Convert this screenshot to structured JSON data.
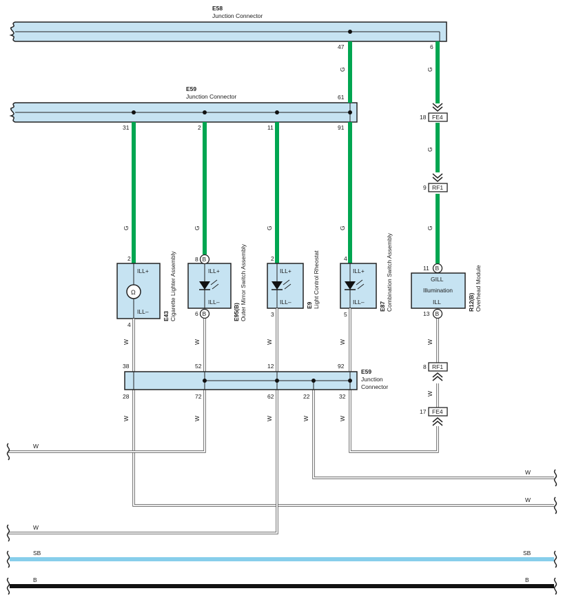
{
  "connectors": {
    "e58": {
      "code": "E58",
      "name": "Junction Connector",
      "pins": {
        "p47": "47",
        "p6": "6"
      }
    },
    "e59_top": {
      "code": "E59",
      "name": "Junction Connector",
      "pins": {
        "p31": "31",
        "p2": "2",
        "p11": "11",
        "p91": "91",
        "p61": "61"
      }
    },
    "e59_bottom": {
      "code": "E59",
      "name_line1": "Junction",
      "name_line2": "Connector",
      "pins": {
        "p38": "38",
        "p52": "52",
        "p12": "12",
        "p92": "92",
        "p28": "28",
        "p72": "72",
        "p62": "62",
        "p22": "22",
        "p32": "32"
      }
    }
  },
  "components": {
    "e43": {
      "code": "E43",
      "name": "Cigarette Lighter Assembly",
      "pin_top": "2",
      "pin_bottom": "4",
      "term_top": "ILL+",
      "term_bottom": "ILL–"
    },
    "e95": {
      "code": "E95(B)",
      "name": "Outer Mirror Switch Assembly",
      "pin_top": "8",
      "pin_bottom": "6",
      "term_top": "ILL+",
      "term_bottom": "ILL–",
      "badge": "B"
    },
    "e9": {
      "code": "E9",
      "name": "Light Control Rheostat",
      "pin_top": "2",
      "pin_bottom": "3",
      "term_top": "ILL+",
      "term_bottom": "ILL–"
    },
    "e87": {
      "code": "E87",
      "name": "Combination Switch Assembly",
      "pin_top": "4",
      "pin_bottom": "5",
      "term_top": "ILL+",
      "term_bottom": "ILL–"
    },
    "r12": {
      "code": "R12(B)",
      "name": "Overhead Module",
      "pin_top": "11",
      "pin_bottom": "13",
      "term_top": "GILL",
      "term_mid": "Illumination",
      "term_bottom": "ILL",
      "badge": "B"
    }
  },
  "inline_connectors": {
    "fe4_top": {
      "code": "FE4",
      "pin": "18"
    },
    "rf1_top": {
      "code": "RF1",
      "pin": "9"
    },
    "rf1_bottom": {
      "code": "RF1",
      "pin": "8"
    },
    "fe4_bottom": {
      "code": "FE4",
      "pin": "17"
    }
  },
  "wire_colors": {
    "g": "G",
    "w": "W",
    "sb": "SB",
    "b": "B"
  },
  "colors": {
    "green_wire": "#00a651",
    "sky_blue_wire": "#87ceeb",
    "black_wire": "#111111",
    "connector_fill": "#c6e3f2"
  }
}
